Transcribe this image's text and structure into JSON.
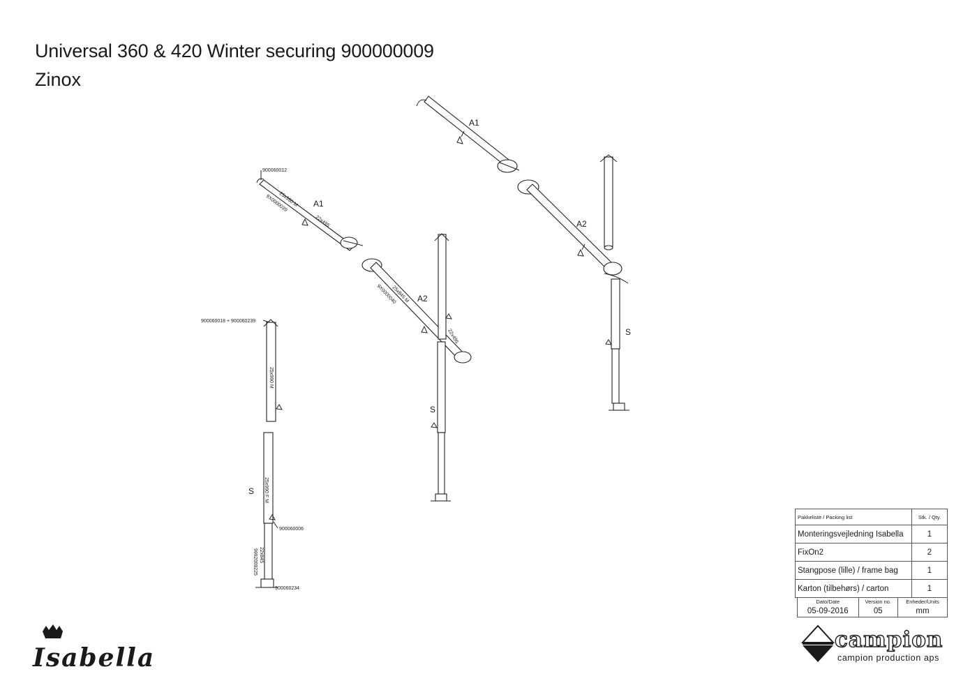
{
  "title": "Universal 360 & 420 Winter securing 900000009",
  "subtitle": "Zinox",
  "labels": {
    "a1_top": "A1",
    "a2_top": "A2",
    "s_right": "S",
    "a1_left": "A1",
    "a2_left": "A2",
    "s_middle": "S",
    "s_left": "S",
    "part_900060012": "900060012",
    "dim_25x550": "25x550 M",
    "part_9x0000039": "9X0000039",
    "dim_22x495_a1": "22x495",
    "part_9x0000040": "9X0000040",
    "dim_25x845": "25x845 M",
    "dim_22x495_a2": "22x495",
    "part_900060018": "900060018 + 900060239",
    "dim_25x990m": "25x990 M",
    "dim_25x990fm": "25x990 F M",
    "part_900060006": "900060006",
    "dim_22x845": "22x845",
    "part_9992009225": "9992009225",
    "part_900060234": "900060234"
  },
  "packing_list": {
    "header_item": "Pakkeliste / Packing list",
    "header_qty": "Stk. / Qty.",
    "rows": [
      {
        "item": "Monteringsvejledning Isabella",
        "qty": "1"
      },
      {
        "item": "FixOn2",
        "qty": "2"
      },
      {
        "item": "Stangpose (lille) / frame bag",
        "qty": "1"
      },
      {
        "item": "Karton (tilbehørs) / carton",
        "qty": "1"
      }
    ]
  },
  "meta": {
    "date_label": "Dato/Date",
    "date_value": "05-09-2016",
    "version_label": "Version no.",
    "version_value": "05",
    "units_label": "Enheder/Units",
    "units_value": "mm"
  },
  "logos": {
    "isabella": "Isabella",
    "campion_name": "campion",
    "campion_sub": "campion production aps"
  }
}
